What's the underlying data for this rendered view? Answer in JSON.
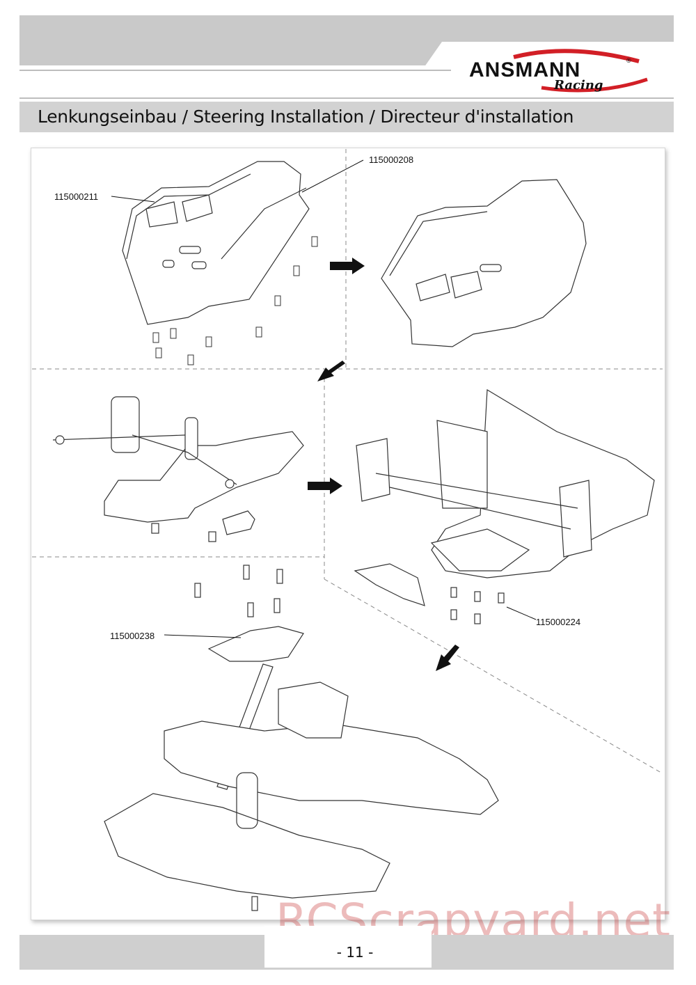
{
  "header": {
    "brand": "ANSMANN",
    "brand_sub": "Racing",
    "registered": "®"
  },
  "title": "Lenkungseinbau / Steering Installation / Directeur d'installation",
  "parts": {
    "p1": "115000211",
    "p2": "115000208",
    "p3": "115000224",
    "p4": "115000238"
  },
  "footer": {
    "page_number": "- 11 -"
  },
  "watermark": "RCScrapyard.net"
}
